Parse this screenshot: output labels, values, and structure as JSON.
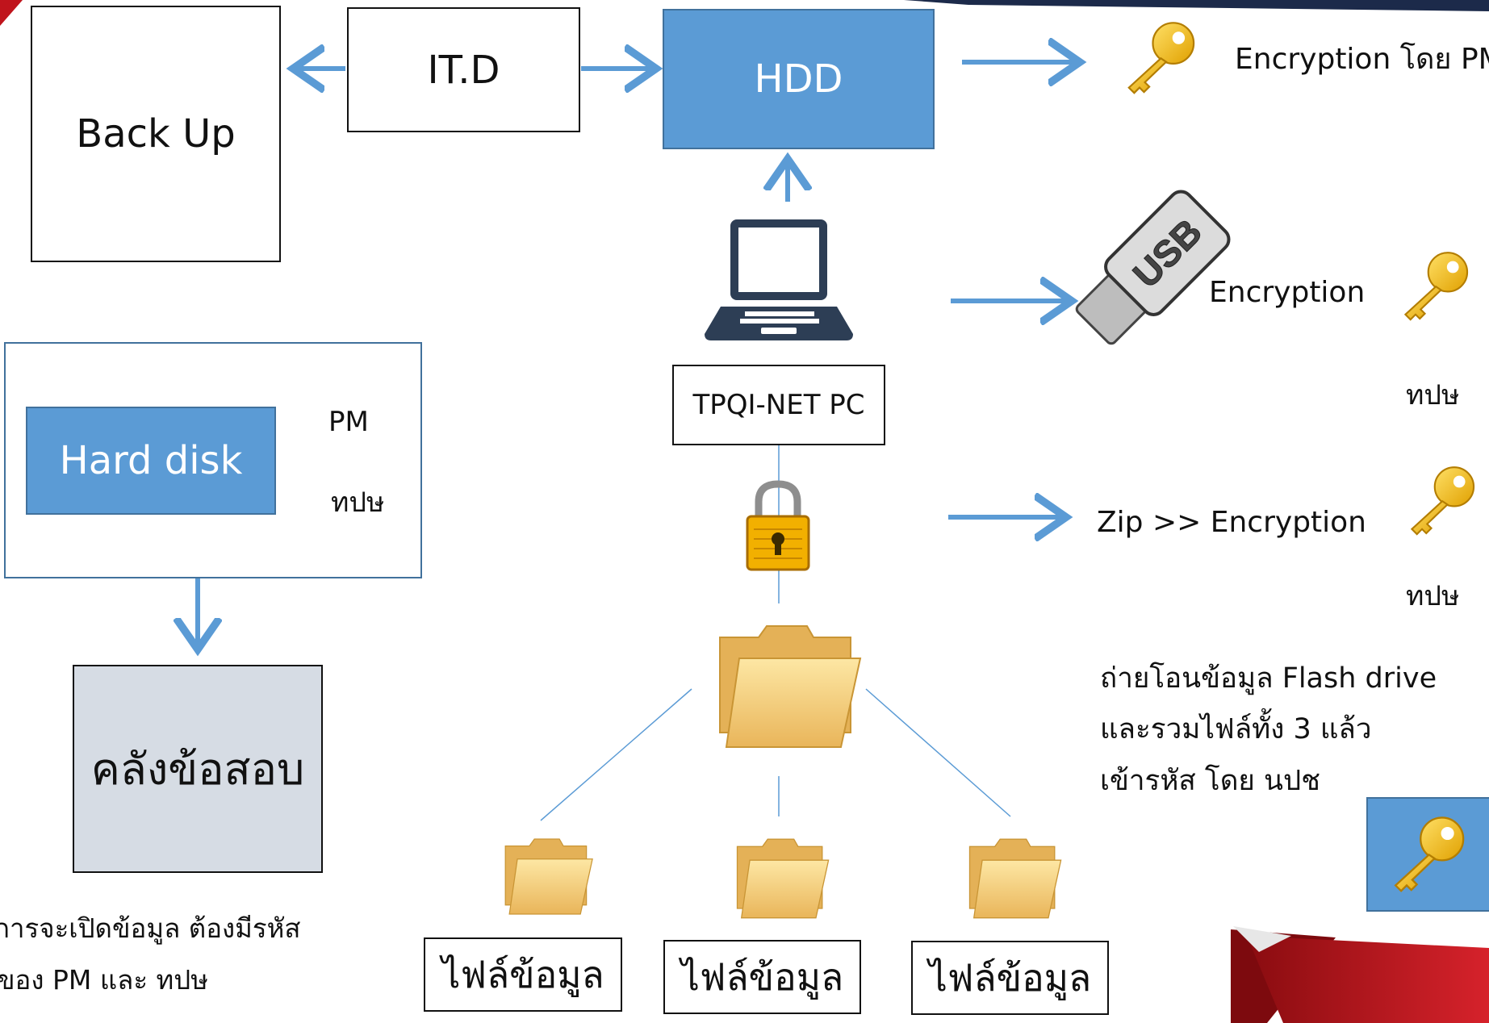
{
  "backup": {
    "label": "Back Up"
  },
  "itd": {
    "label": "IT.D"
  },
  "hdd": {
    "label": "HDD"
  },
  "hdd_encryption": {
    "label": "Encryption โดย PM"
  },
  "usb": {
    "icon_text": "USB",
    "label": "Encryption",
    "owner": "ทปษ"
  },
  "zip": {
    "label": "Zip >> Encryption",
    "owner": "ทปษ"
  },
  "pc": {
    "label": "TPQI-NET PC"
  },
  "harddisk": {
    "label": "Hard disk",
    "branch_1": "PM",
    "branch_2": "ทปษ"
  },
  "exam_bank": {
    "label": "คลังข้อสอบ"
  },
  "open_note": {
    "line_1": "การจะเปิดข้อมูล ต้องมีรหัส",
    "line_2": "ของ PM และ ทปษ"
  },
  "transfer_note": {
    "line_1": "ถ่ายโอนข้อมูล  Flash drive",
    "line_2": "และรวมไฟล์ทั้ง 3  แล้ว",
    "line_3": "เข้ารหัส โดย นปช"
  },
  "files": [
    {
      "label": "ไฟล์ข้อมูล"
    },
    {
      "label": "ไฟล์ข้อมูล"
    },
    {
      "label": "ไฟล์ข้อมูล"
    }
  ],
  "colors": {
    "accent_blue": "#5b9bd5",
    "arrow_blue": "#5b9bd5",
    "key_gold": "#f2b800",
    "folder_yellow": "#f5c96a",
    "ribbon_red": "#c0141c",
    "top_bar_navy": "#1c2a4a"
  },
  "icons": [
    "key-icon",
    "usb-drive-icon",
    "laptop-icon",
    "padlock-icon",
    "folder-icon"
  ]
}
